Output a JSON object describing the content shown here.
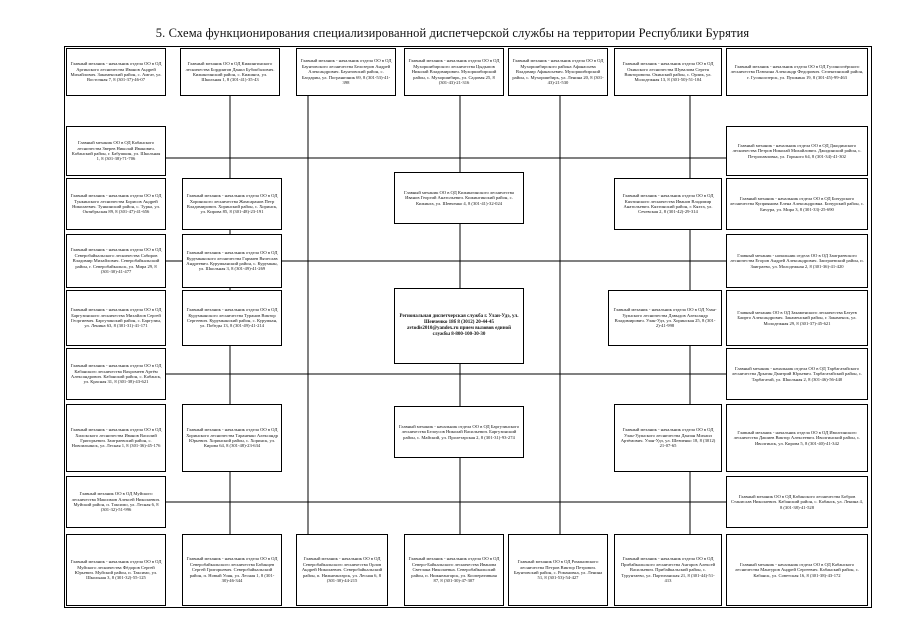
{
  "title": "5. Схема функционирования специализированной диспетчерской службы на территории Республики Бурятия",
  "center": {
    "text": "Региональная диспетчерская служба г. Улан-Удэ, ул. Шевченко 18б 8 (3012) 20-44-45 avtodis2010@yandex.ru прием вызовов единой службы 8-800-100-30-30"
  },
  "boxes": [
    {
      "id": "b1",
      "text": "Главный механик - начальник отдела ОО в ОД Аргинского лесничества Иванов Андрей Михайлович. Закаменский район, с. Амгат, ул. Восточная 7, 8 (301-37)-46-07"
    },
    {
      "id": "b2",
      "text": "Главный механик ОО в ОД Кижингинского лесничества Бордиятов Данил Бубокбалович. Кижингинский район, с. Кижинга, ул. Школьная 1, 8 (301-41)-35-43"
    },
    {
      "id": "b3",
      "text": "Главный механик - начальник отдела ОО в ОД Баунтовского лесничества Белозеров Андрей Александрович. Баунтовский район, с. Багдарин, ул. Пограничник 69, 8 (301-53)-41-398"
    },
    {
      "id": "b4",
      "text": "Главный механик - начальник отдела ОО в ОД Мухоршибирского лесничества Цыдыпов Николай Владимирович. Мухоршибирский район, с. Мухоршибирь, ул. Садовая 25, 8 (301-43)-21-316"
    },
    {
      "id": "b5",
      "text": "Главный механик - начальник отдела ОО в ОД Мухоршибирского района Афанасьева Владимир Афанасьевич. Мухоршибирский район, с. Мухоршибирь, ул. Ленина 20, 8 (301-43)-21-530"
    },
    {
      "id": "b6",
      "text": "Главный механик - начальник отдела ОО в ОД Окинского лесничества Шувалова Сергея Викторовича. Окинский район, с. Орлик, ул. Молодежная 13, 8 (301-50)-51-104"
    },
    {
      "id": "b7",
      "text": "Главный механик - начальник отдела ОО в ОД Гусиноозёрского лесничества Плюхина Александр Федорович. Селенгинский район, г. Гусиноозерск, ул. Пушкина 19, 8 (301-45)-99-463"
    },
    {
      "id": "b8",
      "text": "Главный механик ОО в ОД Кабанского лесничества Зверев Николай Иванович. Кабанский район, г. Бабушкин, ул. Школьная 1, 8 (301-38)-71-706"
    },
    {
      "id": "b9",
      "text": "Главный механик - начальник отдела ОО в ОД Джидинского лесничества Петров Николай Михайлович. Джидинский район, с. Петропавловка, ул. Горького 64, 8 (301-34)-41-302"
    },
    {
      "id": "b10",
      "text": "Главный механик - начальник отдела ОО в ОД Тункинского лесничества Борисов Андрей Николаевич. Тункинский район, с. Турка, ул. Октябрьская 89, 8 (301-47)-41-656"
    },
    {
      "id": "b11",
      "text": "Главный механик - начальник отдела ОО в ОД Хоринского лесничества Жамсаранов Петр Владимирович. Хоринский район, с. Хоринск, ул. Кирова 85, 8 (301-48)-23-191"
    },
    {
      "id": "b12",
      "text": "Главный механик ОО в ОД Кижингинского лесничества Иванов Георгий Анатольевич. Кижингинский район, с. Кижинга, ул. Шевченко 4, 8 (301-41)-32-024"
    },
    {
      "id": "b13",
      "text": "Главный механик - начальник отдела ОО в ОД Кяхтинского лесничества Иванов Владимир Анатольевич. Кяхтинский район, г. Кяхта, ул. Сечевская 2, 8 (301-42)-29-314"
    },
    {
      "id": "b14",
      "text": "Главный механик - начальник отдела ОО в ОД Бичурского лесничества Куприянова Елена Александровна. Бичурский район, с. Бичура, ул. Мира 3, 8 (301-33)-25-690"
    },
    {
      "id": "b15",
      "text": "Главный механик - начальник отдела ОО в ОД Северобайкальского лесничества Сабиров Владимир Михайлович. Северобайкальский район, г. Северобайкальск, ул. Мира 29, 8 (301-30)-41-477"
    },
    {
      "id": "b16",
      "text": "Главный механик - начальник отдела ОО в ОД Курумканского лесничества Гармаев Вячеслав Андреевич. Курумканский район, с. Курумкан, ул. Школьная 3, 8 (301-49)-41-269"
    },
    {
      "id": "b17",
      "text": "Главный механик - начальник отдела ОО в ОД Заиграевского лесничества Егоров Андрей Александрович. Заиграевский район, п. Заиграево, ул. Молодежная 2, 8 (301-36)-41-420"
    },
    {
      "id": "b18",
      "text": "Главный механик - начальник отдела ОО в ОД Баргузинского лесничества Михайлов Сергей Георгиевич. Баргузинский район, с. Баргузин, ул. Ленина 63, 8 (301-31)-41-171"
    },
    {
      "id": "b19",
      "text": "Главный механик - начальник отдела ОО в ОД Курумканского лесничества Туранов Виктор Сергеевич. Курумканский район, с. Курумкан, ул. Победы 13, 8 (301-49)-41-214"
    },
    {
      "id": "b20",
      "text": "Главный механик - начальник отдела ОО в ОД Улан-Удэнского лесничества Давыдов Александр Владимирович. Улан-Удэ, ул. Хоринская 25, 8 (301-2)-41-998"
    },
    {
      "id": "b21",
      "text": "Главный механик ОО в ОД Закаменского лесничества Батуев Баирто Александрович. Закаменский район, г. Закаменск, ул. Молодежная 29, 8 (301-37)-45-621"
    },
    {
      "id": "b22",
      "text": "Главный механик - начальник отдела ОО в ОД Кабанского лесничества Вахромеев Артём Александрович. Кабанский район, с. Кабанск, ул. Красная 31, 8 (301-38)-43-621"
    },
    {
      "id": "b23",
      "text": "Главный механик - начальник отдела ОО в ОД Тарбагатайского лесничества Дрыгин Дмитрий Юрьевич. Тарбагатайский район, с. Тарбагатай, ул. Школьная 2, 8 (301-46)-56-440"
    },
    {
      "id": "b24",
      "text": "Главный механик - начальник отдела ОО в ОД Хилокского лесничества Иванов Василий Григорьевич. Заиграевский район, с. Новоильинск, ул. Лесная 1, 8 (301-36)-45-176"
    },
    {
      "id": "b25",
      "text": "Главный механик - начальник отдела ОО в ОД Хоринского лесничества Тараненко Александр Юрьевич. Хоринский район, с. Хоринск, ул. Кирова 64, 8 (301-48)-23-634"
    },
    {
      "id": "b26",
      "text": "Главный механик - начальник отдела ОО в ОД Баргузинского лесничества Белоусов Николай Васильевич. Баргузинский район, с. Майский, ул. Пролетарская 2, 8 (301-31)-93-274"
    },
    {
      "id": "b27",
      "text": "Главный механик - начальник отдела ОО в ОД Улан-Удэнского лесничества Данзан Михаил Артёмович. Улан-Удэ, ул. Шевченко 18, 8 (3012) 21-07-65"
    },
    {
      "id": "b28",
      "text": "Главный механик - начальник отдела ОО в ОД Иволгинского лесничества Дашиев Виктор Алексеевич. Иволгинский район, с. Иволгинск, ул. Кирова 5, 8 (301-40)-41-342"
    },
    {
      "id": "b29",
      "text": "Главный механик ОО в ОД Муйского лесничества Максимов Алексей Николаевич. Муйский район, п. Таксимо, ул. Лесная 6, 8 (301-32)-51-996"
    },
    {
      "id": "b30",
      "text": "Главный механик ОО в ОД Кабанского лесничества Бобров Станислав Николаевич. Кабанский район, с. Кабанск, ул. Ленина 4, 8 (301-38)-41-528"
    },
    {
      "id": "b31",
      "text": "Главный механик - начальник отдела ОО в ОД Муйского лесничества Фёдоров Сергей Юрьевич. Муйский район, п. Таксимо, ул. Школьная 3, 8 (301-32)-55-125"
    },
    {
      "id": "b32",
      "text": "Главный механик - начальник отдела ОО в ОД Северобайкальского лесничества Бабанцев Сергей Григорьевич. Северобайкальский район, п. Новый Уоян, ул. Лесная 1, 8 (301-30)-46-344"
    },
    {
      "id": "b33",
      "text": "Главный механик - начальник ОО в ОД Северобайкальского лесничества Орлов Андрей Николаевич. Северобайкальский район, п. Нижнеангарск, ул. Лесная 6, 8 (301-30)-44-215"
    },
    {
      "id": "b34",
      "text": "Главный механик - начальник отдела ОО в ОД Северо-Байкальского лесничества Иванова Светлана Николаевна. Северобайкальский район, п. Нижнеангарск, ул. Кооперативная 87, 8 (301-30)-47-307"
    },
    {
      "id": "b35",
      "text": "Главный механик ОО в ОД Романовского лесничества Петров Виктор Петрович. Баунтовский район, с. Романовка, ул. Ленина 51, 8 (301-53)-54-427"
    },
    {
      "id": "b36",
      "text": "Главный механик - начальник отдела ОО в ОД Прибайкальского лесничества Ангаров Алексей Васильевич. Прибайкальский район, с. Турунтаево, ул. Партизанская 21, 8 (301-44)-51-413"
    },
    {
      "id": "b37",
      "text": "Главный механик - начальник отдела ОО в ОД Кабанского лесничества Мантуров Андрей Сергеевич. Кабанский район, с. Кабанск, ул. Советская 16, 8 (301-38)-43-172"
    }
  ]
}
